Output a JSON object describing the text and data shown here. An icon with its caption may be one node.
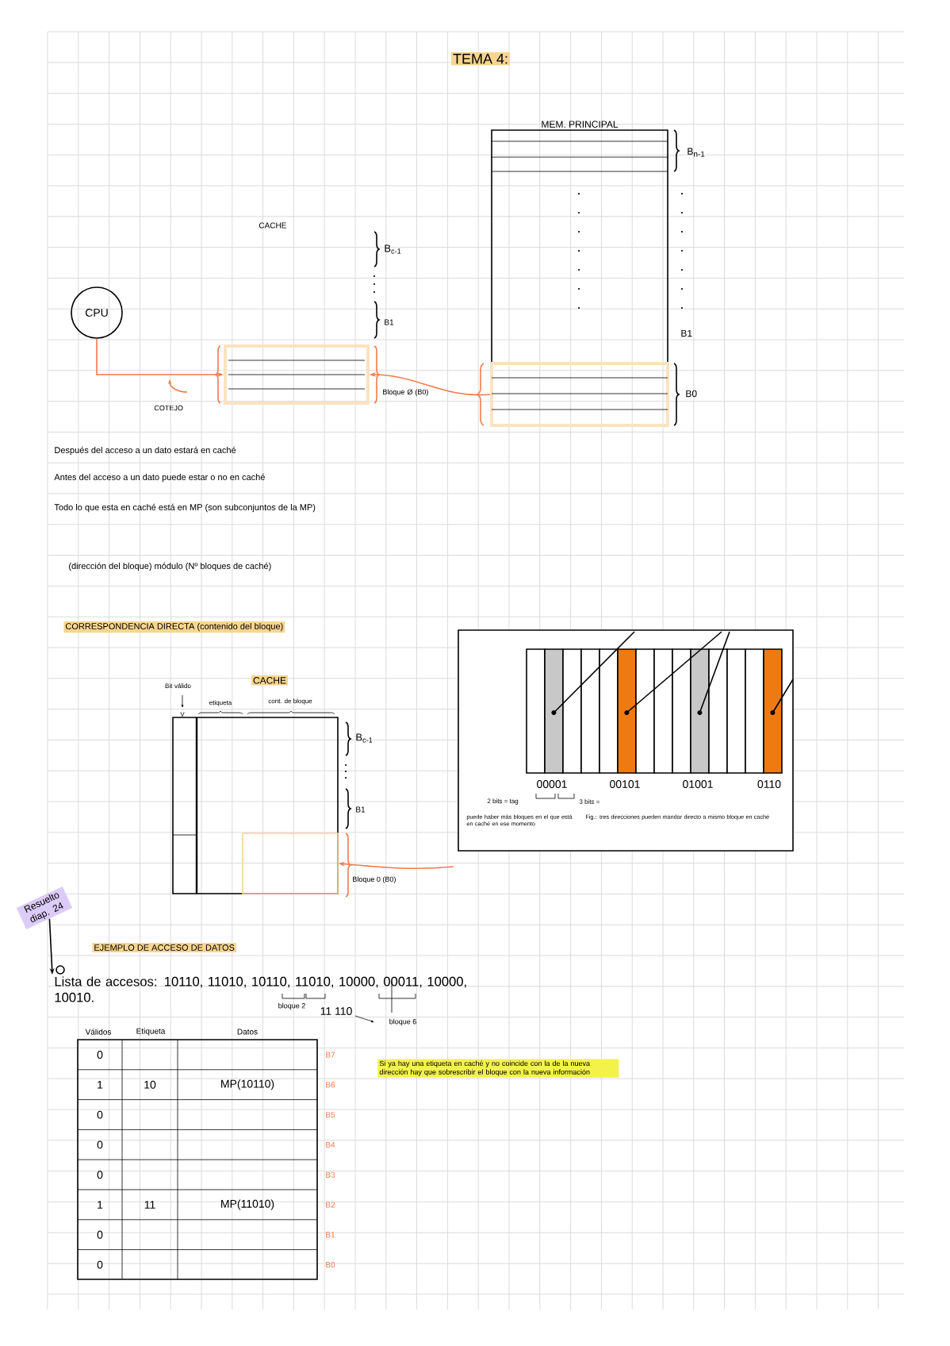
{
  "diagram": {
    "nodes": [
      {
        "text": [
          "CPU"
        ]
      },
      {
        "text": [],
        "shape": "box"
      },
      {
        "text": [
          "MEM. PRINCIPAL"
        ]
      },
      {
        "text": [],
        "shape": "box",
        "in": 2
      },
      {
        "text": [
          "CACHE"
        ]
      },
      {
        "text": [],
        "shape": "box",
        "in": 4
      },
      {
        "text": [
          "Resuelto diap. 24"
        ]
      },
      {
        "text": [
          "Lista de accesos: 10110, 11010, 10110, 11010, 10000, 00011, 10000, 10010."
        ]
      }
    ],
    "edges": [
      {
        "from": 0,
        "to": 1,
        "arrow": "to",
        "color": "#f47a4a"
      },
      {
        "from": 3,
        "to": 1,
        "arrow": "to",
        "color": "#f47a4a"
      },
      {
        "from": null,
        "to": 5,
        "arrow": "to",
        "color": "#f47a4a"
      },
      {
        "from": 6,
        "to": 7,
        "arrow": "to",
        "color": "#000000"
      }
    ],
    "labels": [
      "TEMA 4:",
      "B$_{n-1}$",
      "B1",
      "B0",
      "CACHE",
      "B$_{c-1}$",
      "B1",
      "Bloque Ø (B0)",
      "COTEJO",
      "Después del acceso a un dato estará en caché",
      "Antes del acceso a un dato puede estar o no en caché",
      "Todo lo que esta en caché está en MP (son subconjuntos de la MP)",
      "(dirección del bloque) módulo (Nº bloques de caché)",
      "CORRESPONDENCIA DIRECTA (contenido del bloque)",
      "Bit válido",
      "V",
      "etiqueta",
      "cont. de bloque",
      "B$_{c-1}$",
      "B1",
      "Bloque 0 (B0)",
      "00001",
      "00101",
      "01001",
      "0110",
      "2 bits = tag",
      "3 bits =",
      "puede haber más bloques en el que está en caché en ese momento",
      "Fig.: tres direcciones pueden mandar directo a mismo bloque en caché",
      "EJEMPLO DE ACCESO DE DATOS",
      "bloque 2",
      "11 110",
      "bloque 6",
      "Válidos",
      "Etiqueta",
      "Datos",
      "0",
      "1",
      "10",
      "MP(10110)",
      "0",
      "0",
      "0",
      "1",
      "11",
      "MP(11010)",
      "0",
      "0",
      "B7",
      "B6",
      "B5",
      "B4",
      "B3",
      "B2",
      "B1",
      "B0",
      "Si ya hay una etiqueta en caché y no coincide con la de la nueva dirección hay que sobrescribir el bloque con la nueva información"
    ]
  }
}
